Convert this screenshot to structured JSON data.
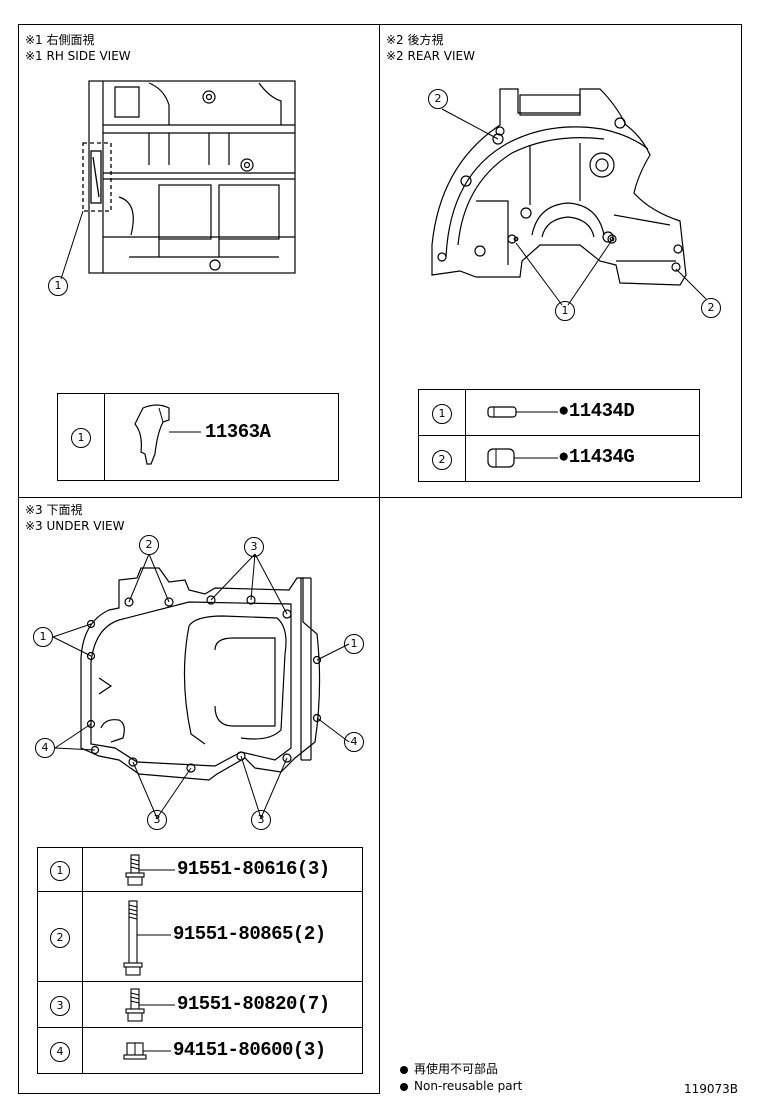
{
  "panels": {
    "rh_side": {
      "title_jp": "※1 右側面視",
      "title_en": "※1 RH SIDE VIEW",
      "callouts": [
        "1"
      ],
      "parts": [
        {
          "ref": "1",
          "part_no": "11363A"
        }
      ]
    },
    "rear": {
      "title_jp": "※2 後方視",
      "title_en": "※2 REAR VIEW",
      "callouts": [
        "2",
        "1",
        "2"
      ],
      "parts": [
        {
          "ref": "1",
          "part_no": "●11434D"
        },
        {
          "ref": "2",
          "part_no": "●11434G"
        }
      ]
    },
    "under": {
      "title_jp": "※3 下面視",
      "title_en": "※3 UNDER VIEW",
      "callouts": [
        "2",
        "3",
        "1",
        "1",
        "4",
        "4",
        "3",
        "3"
      ],
      "parts": [
        {
          "ref": "1",
          "part_no": "91551-80616(3)"
        },
        {
          "ref": "2",
          "part_no": "91551-80865(2)"
        },
        {
          "ref": "3",
          "part_no": "91551-80820(7)"
        },
        {
          "ref": "4",
          "part_no": "94151-80600(3)"
        }
      ]
    }
  },
  "legend": {
    "line_jp": "再使用不可部品",
    "line_en": "Non-reusable part"
  },
  "illustration_number": "119073B"
}
